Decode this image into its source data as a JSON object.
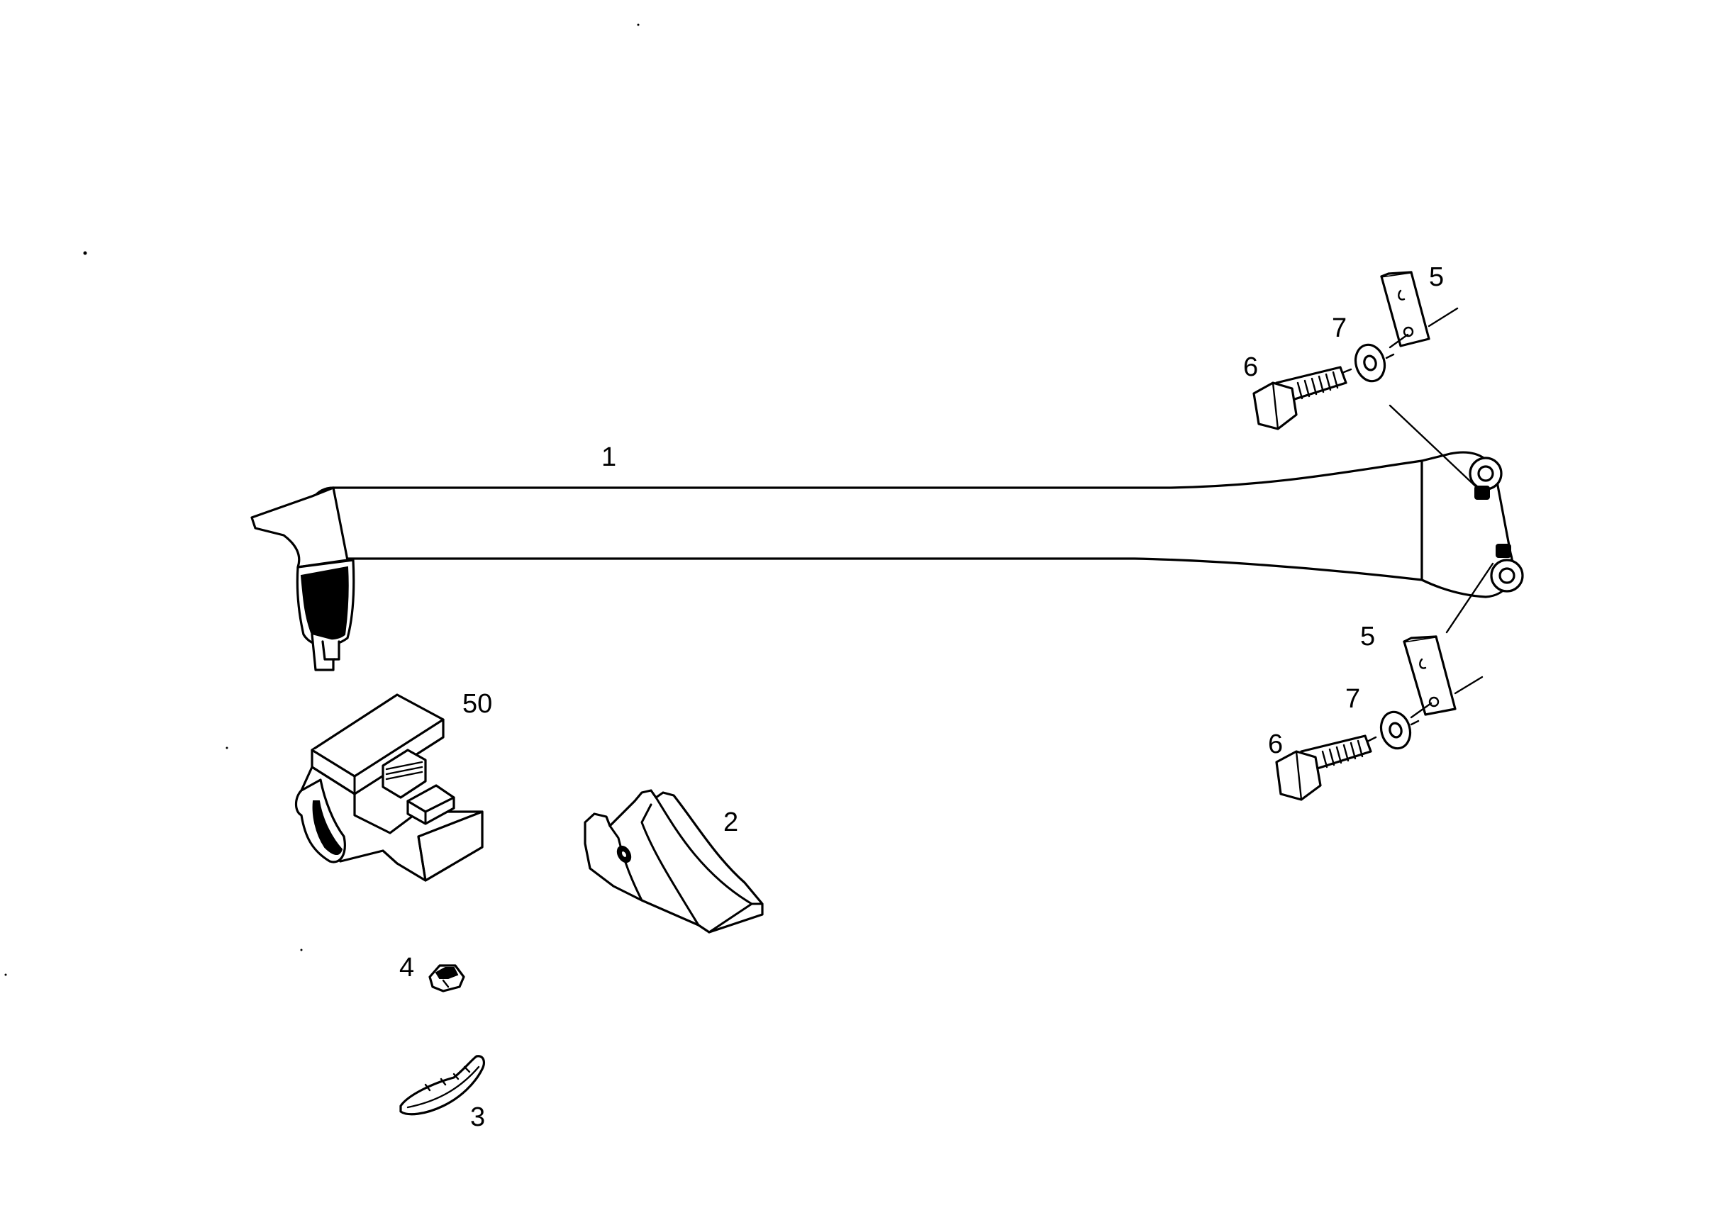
{
  "callouts": {
    "part_1": "1",
    "part_2": "2",
    "part_3": "3",
    "part_4": "4",
    "part_5_upper": "5",
    "part_5_lower": "5",
    "part_6_upper": "6",
    "part_6_lower": "6",
    "part_7_upper": "7",
    "part_7_lower": "7",
    "part_50": "50"
  },
  "colors": {
    "ink": "#000000",
    "paper": "#ffffff"
  }
}
